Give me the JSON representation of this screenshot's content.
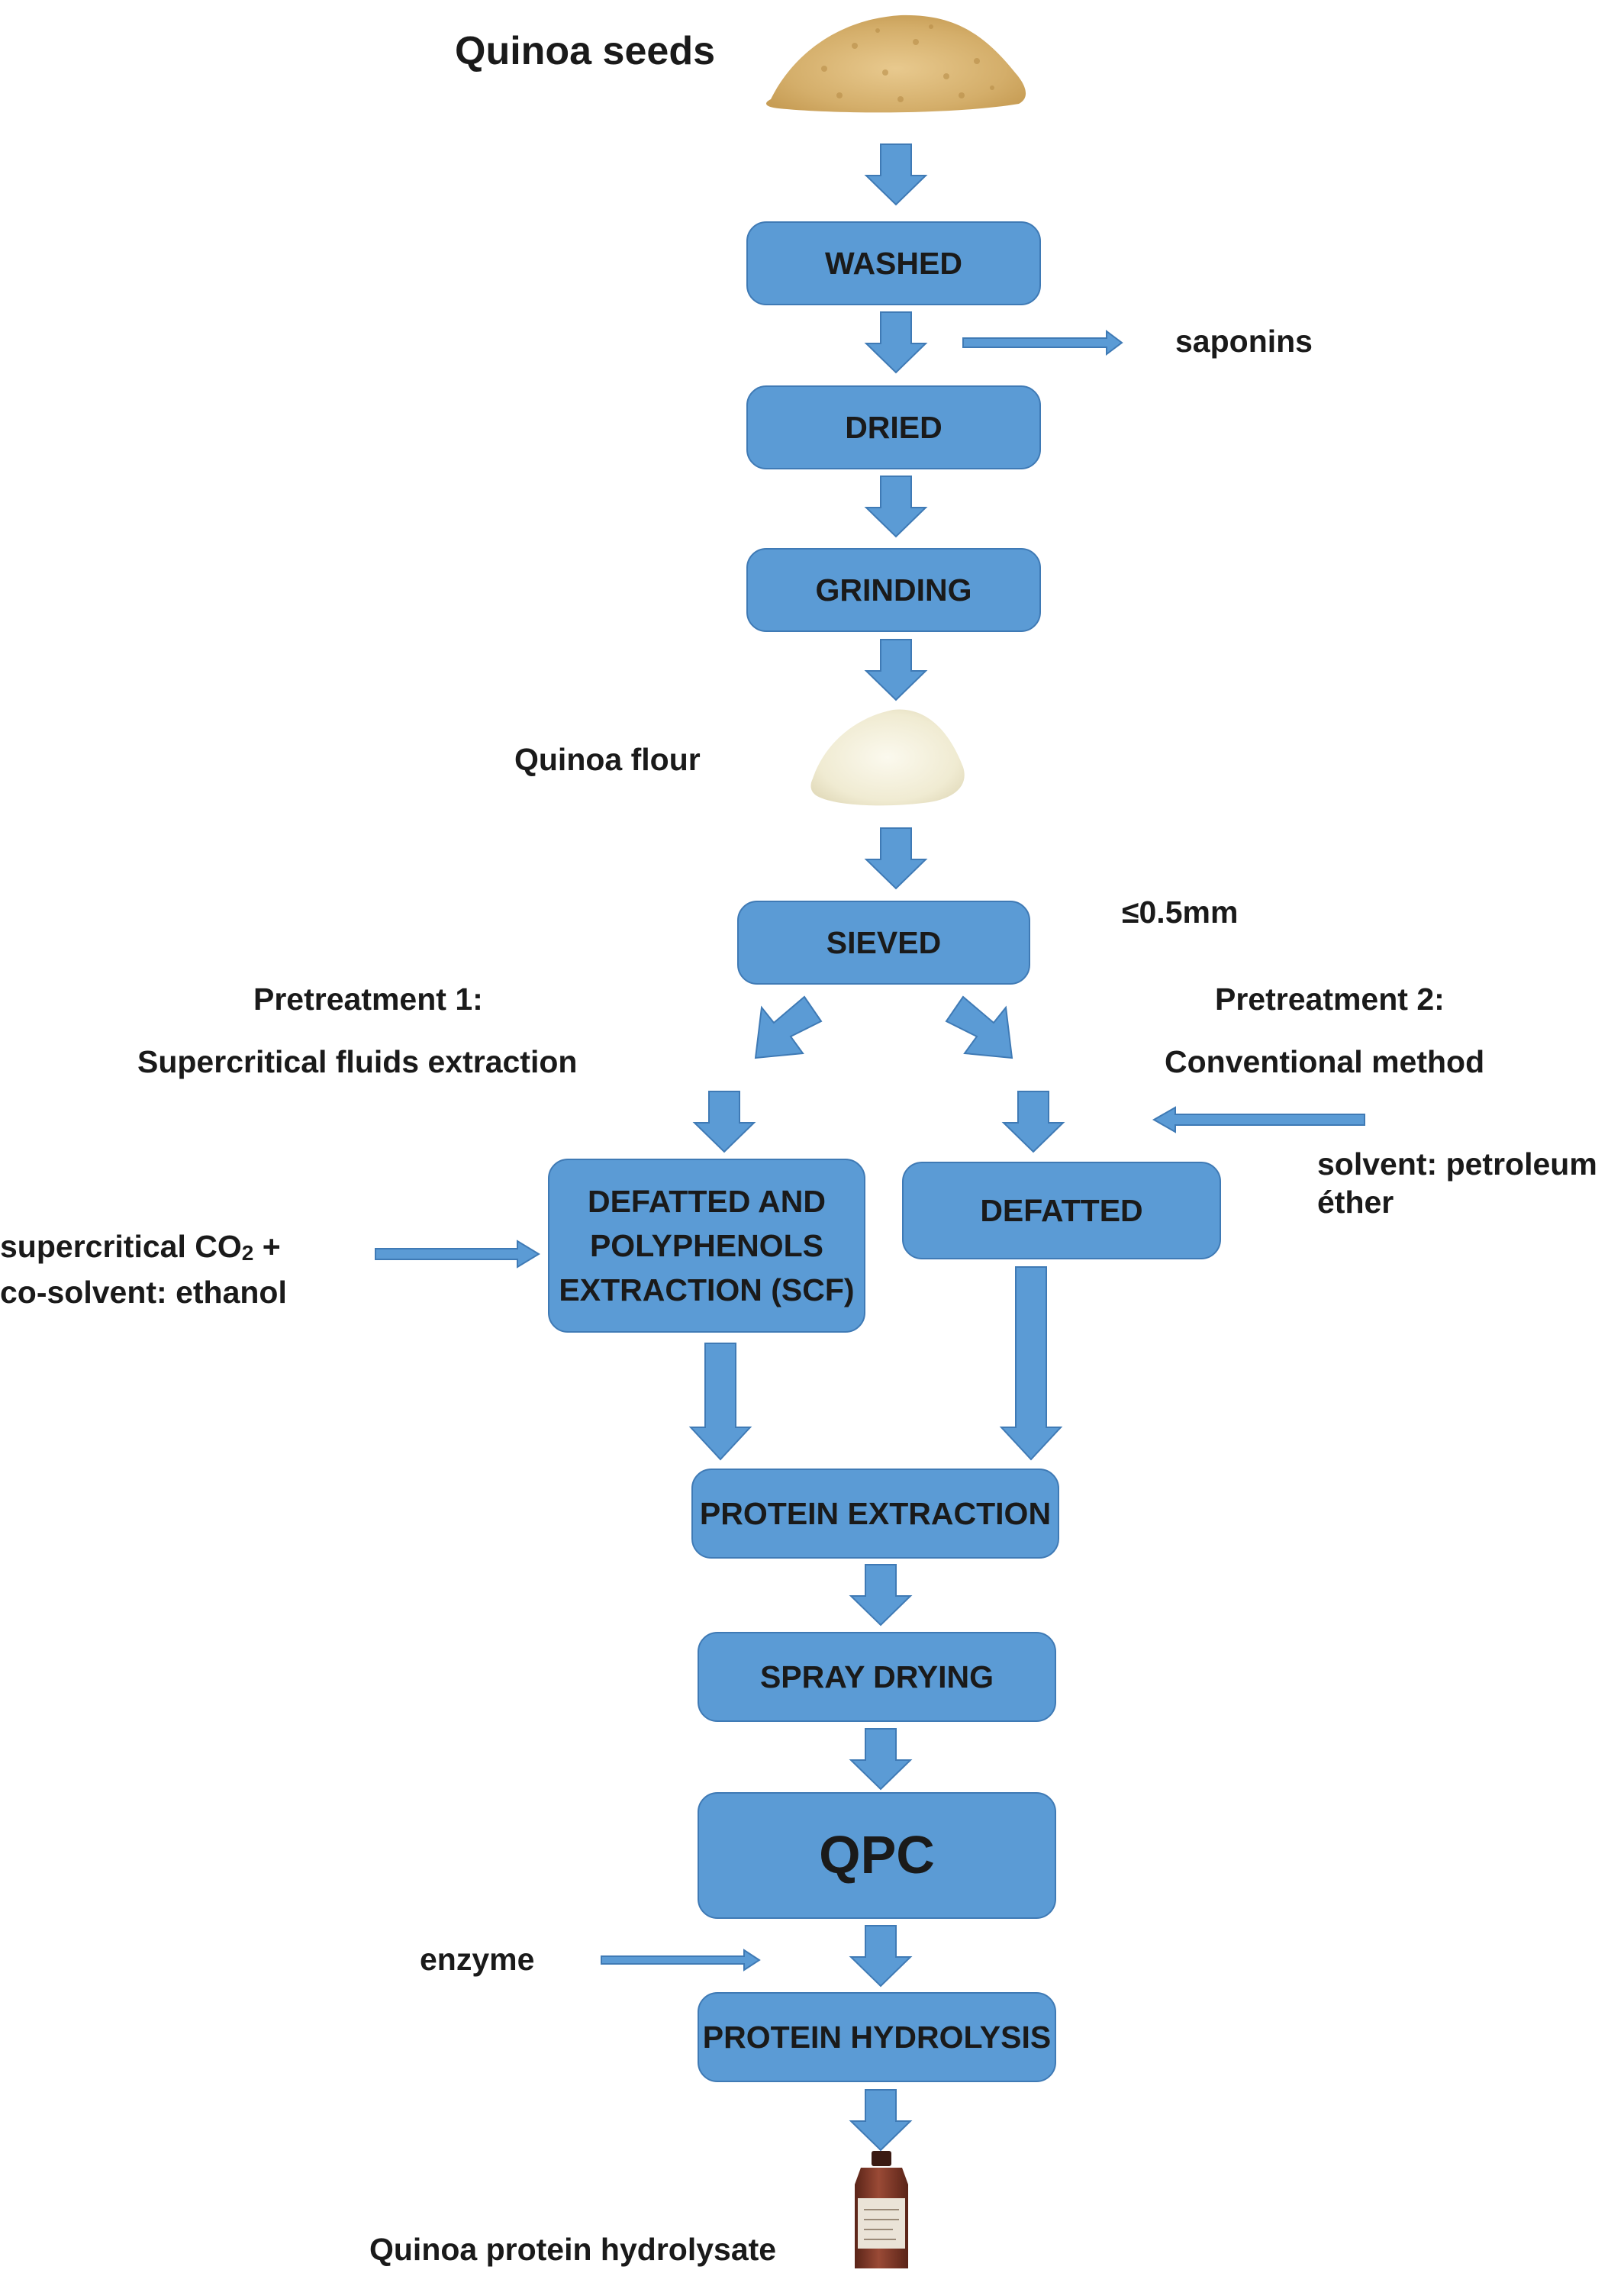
{
  "labels": {
    "quinoa_seeds": "Quinoa seeds",
    "saponins": "saponins",
    "quinoa_flour": "Quinoa flour",
    "sieve_size": "≤0.5mm",
    "pretreatment1_title": "Pretreatment 1:",
    "pretreatment1_method": "Supercritical fluids extraction",
    "pretreatment2_title": "Pretreatment 2:",
    "pretreatment2_method": "Conventional method",
    "scf_input_line1_prefix": "supercritical CO",
    "scf_input_line1_sub": "2",
    "scf_input_line1_suffix": " +",
    "scf_input_line2": "co-solvent: ethanol",
    "solvent_line1": "solvent: petroleum",
    "solvent_line2": "éther",
    "enzyme": "enzyme",
    "final_product": "Quinoa protein hydrolysate"
  },
  "steps": {
    "washed": "WASHED",
    "dried": "DRIED",
    "grinding": "GRINDING",
    "sieved": "SIEVED",
    "scf_line1": "DEFATTED AND",
    "scf_line2": "POLYPHENOLS",
    "scf_line3": "EXTRACTION (SCF)",
    "defatted": "DEFATTED",
    "protein_extraction": "PROTEIN EXTRACTION",
    "spray_drying": "SPRAY DRYING",
    "qpc": "QPC",
    "protein_hydrolysis": "PROTEIN HYDROLYSIS"
  },
  "colors": {
    "box_fill": "#5b9bd5",
    "box_border": "#3f7ab5",
    "text": "#1a1a1a",
    "seed": "#d9b77a",
    "flour": "#f3efd9",
    "bottle": "#7a3324"
  },
  "icons": [
    "seed-pile-icon",
    "flour-pile-icon",
    "bottle-icon"
  ]
}
